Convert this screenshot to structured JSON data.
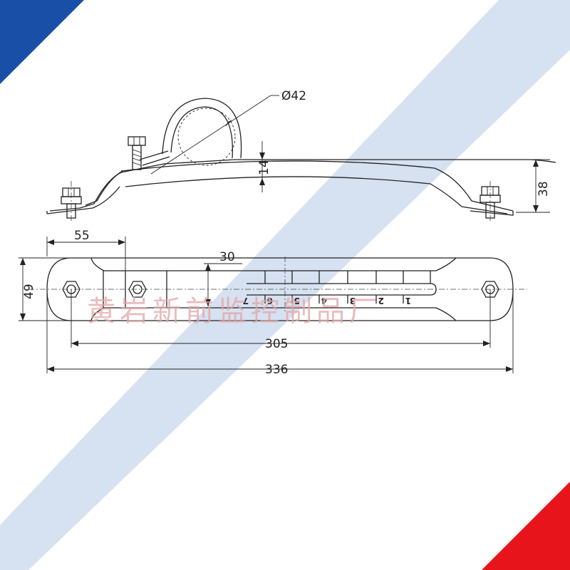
{
  "drawing": {
    "side_view": {
      "pipe_diameter_label": "Ø42",
      "height_label": "14",
      "overall_height_label": "38"
    },
    "top_view": {
      "width_label": "49",
      "end_length_label": "55",
      "slot_offset_label": "30",
      "hole_spacing_label": "305",
      "overall_length_label": "336",
      "scale_marks": [
        "1",
        "2",
        "3",
        "4",
        "5",
        "6",
        "7"
      ]
    },
    "watermark": "黄岩新前监控制品厂"
  },
  "colors": {
    "accent_blue": "#1a4fa8",
    "accent_red": "#e8141c",
    "diagonal_band": "#cfdcee",
    "line": "#222222"
  }
}
